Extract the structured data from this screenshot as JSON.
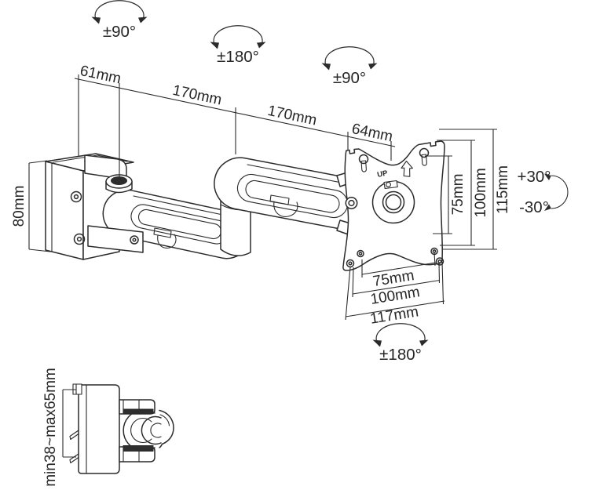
{
  "colors": {
    "line": "#2b2b2b",
    "background": "#ffffff"
  },
  "rotation": {
    "wall_swivel": "±90°",
    "elbow_swivel": "±180°",
    "head_swivel": "±90°",
    "tilt_up": "+30°",
    "tilt_down": "-30°",
    "plate_rotation": "±180°"
  },
  "dimensions": {
    "wall_offset": "61mm",
    "arm1_length": "170mm",
    "arm2_length": "170mm",
    "head_offset": "64mm",
    "bracket_height": "80mm",
    "vesa_vertical_75": "75mm",
    "plate_height_100": "100mm",
    "plate_height_115": "115mm",
    "vesa_horizontal_75": "75mm",
    "plate_width_100": "100mm",
    "plate_width_117": "117mm",
    "clamp_range": "min38~max65mm"
  },
  "plate": {
    "up_label": "UP"
  }
}
